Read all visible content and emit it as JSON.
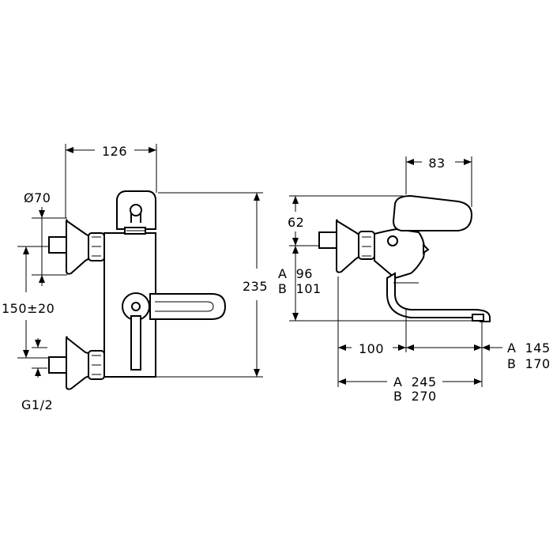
{
  "front_view": {
    "dim_width": "126",
    "dim_diameter": "Ø70",
    "dim_spacing": "150±20",
    "dim_thread": "G1/2",
    "dim_height": "235"
  },
  "side_view": {
    "dim_handle": "83",
    "dim_top": "62",
    "dim_drop_a": "A  96",
    "dim_drop_b": "B  101",
    "dim_spout_offset": "100",
    "dim_spout_a": "A  145",
    "dim_spout_b": "B  170",
    "dim_total_a": "A  245",
    "dim_total_b": "B  270"
  }
}
